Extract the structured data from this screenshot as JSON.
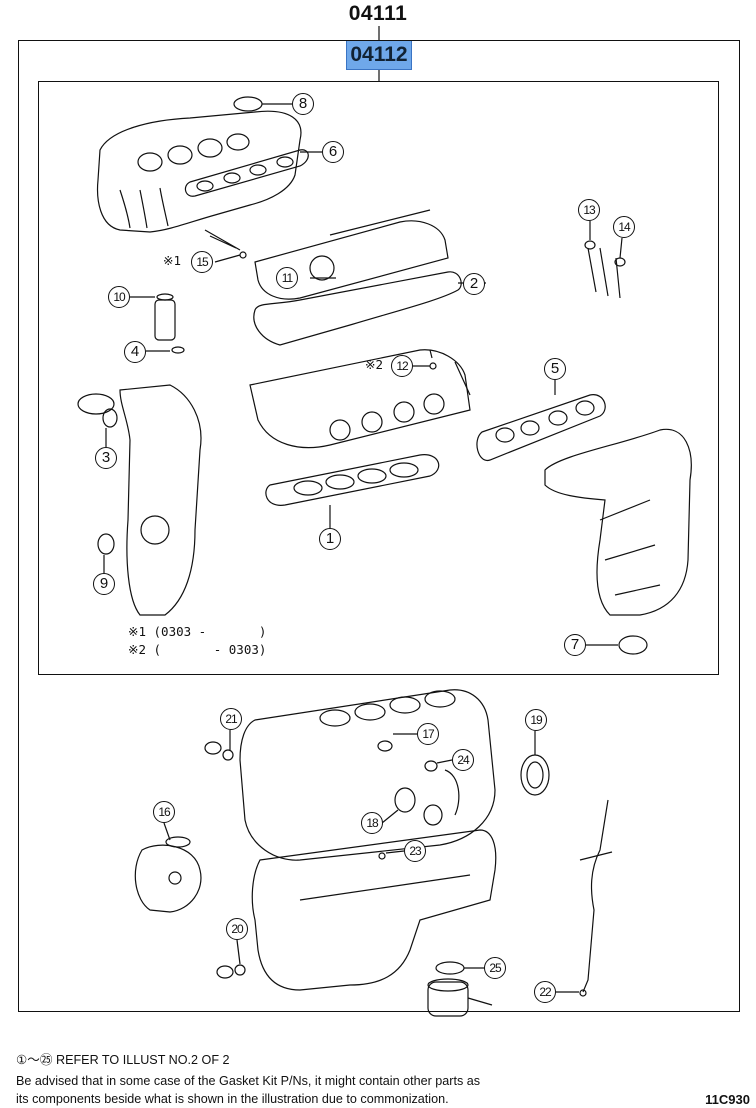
{
  "diagram": {
    "assembly_number": "04111",
    "kit_number": "04112",
    "callouts": {
      "c1": "1",
      "c2": "2",
      "c3": "3",
      "c4": "4",
      "c5": "5",
      "c6": "6",
      "c7": "7",
      "c8": "8",
      "c9": "9",
      "c10": "10",
      "c11": "11",
      "c12": "12",
      "c13": "13",
      "c14": "14",
      "c15": "15",
      "c16": "16",
      "c17": "17",
      "c18": "18",
      "c19": "19",
      "c20": "20",
      "c21": "21",
      "c22": "22",
      "c23": "23",
      "c24": "24",
      "c25": "25"
    },
    "markers": {
      "m15": "※1",
      "m12": "※2"
    },
    "notes": {
      "note1": "※1 (0303 -       )",
      "note2": "※2 (       - 0303)"
    }
  },
  "footer": {
    "refer": "①～㉕ REFER TO ILLUST NO.2 OF 2",
    "advice_line1": "Be advised that in some case of the Gasket Kit P/Ns,  it might contain other parts as",
    "advice_line2": "its components beside what is shown in the illustration due to commonization.",
    "illustration_code": "11C930"
  }
}
